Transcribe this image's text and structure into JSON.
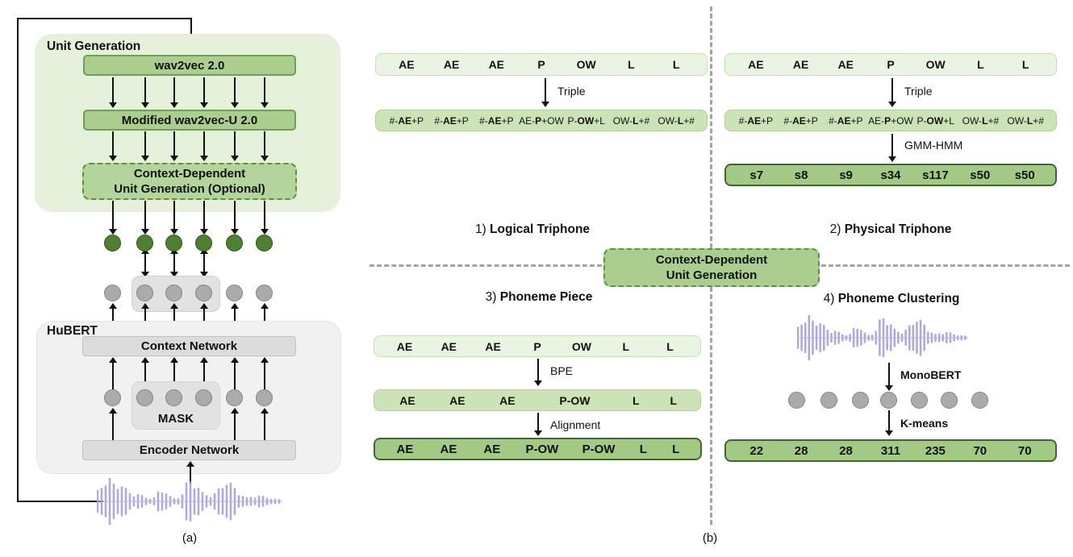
{
  "figure": {
    "caption_a": "(a)",
    "caption_b": "(b)"
  },
  "panel_a": {
    "unit_generation": {
      "title": "Unit Generation",
      "wav2vec_box": "wav2vec 2.0",
      "modified_box": "Modified wav2vec-U 2.0",
      "cd_box_line1": "Context-Dependent",
      "cd_box_line2": "Unit Generation (Optional)"
    },
    "hubert": {
      "title": "HuBERT",
      "context_network": "Context Network",
      "mask": "MASK",
      "encoder_network": "Encoder Network"
    }
  },
  "panel_b": {
    "center_box": {
      "line1": "Context-Dependent",
      "line2": "Unit Generation"
    },
    "quadrant1": {
      "number": "1)",
      "title": "Logical Triphone",
      "phoneme_row": [
        "AE",
        "AE",
        "AE",
        "P",
        "OW",
        "L",
        "L"
      ],
      "step1_label": "Triple",
      "triphone_row": [
        {
          "pre": "#-",
          "core": "AE",
          "post": "+P"
        },
        {
          "pre": "#-",
          "core": "AE",
          "post": "+P"
        },
        {
          "pre": "#-",
          "core": "AE",
          "post": "+P"
        },
        {
          "pre": "AE-",
          "core": "P",
          "post": "+OW"
        },
        {
          "pre": "P-",
          "core": "OW",
          "post": "+L"
        },
        {
          "pre": "OW-",
          "core": "L",
          "post": "+#"
        },
        {
          "pre": "OW-",
          "core": "L",
          "post": "+#"
        }
      ]
    },
    "quadrant2": {
      "number": "2)",
      "title": "Physical Triphone",
      "phoneme_row": [
        "AE",
        "AE",
        "AE",
        "P",
        "OW",
        "L",
        "L"
      ],
      "step1_label": "Triple",
      "triphone_row": [
        {
          "pre": "#-",
          "core": "AE",
          "post": "+P"
        },
        {
          "pre": "#-",
          "core": "AE",
          "post": "+P"
        },
        {
          "pre": "#-",
          "core": "AE",
          "post": "+P"
        },
        {
          "pre": "AE-",
          "core": "P",
          "post": "+OW"
        },
        {
          "pre": "P-",
          "core": "OW",
          "post": "+L"
        },
        {
          "pre": "OW-",
          "core": "L",
          "post": "+#"
        },
        {
          "pre": "OW-",
          "core": "L",
          "post": "+#"
        }
      ],
      "step2_label": "GMM-HMM",
      "senone_row": [
        "s7",
        "s8",
        "s9",
        "s34",
        "s117",
        "s50",
        "s50"
      ]
    },
    "quadrant3": {
      "number": "3)",
      "title": "Phoneme Piece",
      "phoneme_row": [
        "AE",
        "AE",
        "AE",
        "P",
        "OW",
        "L",
        "L"
      ],
      "step1_label": "BPE",
      "bpe_row": [
        "AE",
        "AE",
        "AE",
        "P-OW",
        "L",
        "L"
      ],
      "step2_label": "Alignment",
      "aligned_row": [
        "AE",
        "AE",
        "AE",
        "P-OW",
        "P-OW",
        "L",
        "L"
      ]
    },
    "quadrant4": {
      "number": "4)",
      "title": "Phoneme Clustering",
      "step1_label": "MonoBERT",
      "step2_label": "K-means",
      "cluster_row": [
        "22",
        "28",
        "28",
        "311",
        "235",
        "70",
        "70"
      ]
    }
  },
  "colors": {
    "container_green": "#e6f1dc",
    "bar_lightest_green": "#eaf4e2",
    "bar_light_mid_green": "#cce3b8",
    "box_mid_green": "#a9ce8d",
    "box_mid_green_border": "#6f9e54",
    "dashed_fill_green": "#b3d49a",
    "dashed_border_green": "#5d9041",
    "bar_dark_green": "#a3ca85",
    "bar_dark_border": "#42652e",
    "dark_circle_green": "#4f7f30",
    "gray_container": "#f1f1f1",
    "gray_box": "#dcdcdc",
    "gray_circle": "#ababab",
    "dashed_line_gray": "#a3a3a3",
    "waveform_purple": "#a49bd5",
    "ink": "#111111"
  }
}
